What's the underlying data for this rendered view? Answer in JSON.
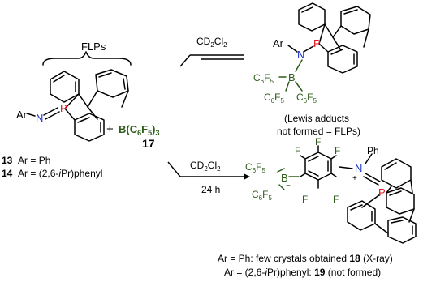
{
  "colors": {
    "boron_fragment": "#2e5c1a",
    "nitrogen": "#1a33cc",
    "phosphorus": "#e8101a",
    "text": "#000000"
  },
  "labels": {
    "flps_top": "FLPs",
    "plus": "+",
    "borane_prefix": "B(C",
    "borane_sub6": "6",
    "borane_F": "F",
    "borane_sub5": "5",
    "borane_close": ")",
    "borane_sub3": "3",
    "borane_number": "17",
    "solvent_prefix": "CD",
    "solvent_sub": "2",
    "solvent_cl": "Cl",
    "time": "24 h",
    "compound13_num": "13",
    "compound13_text": "Ar = Ph",
    "compound14_num": "14",
    "compound14_text_a": "Ar = (2,6-",
    "compound14_text_ipr": "i",
    "compound14_text_b": "Pr)phenyl",
    "adduct_note_line1": "(Lewis adducts",
    "adduct_note_line2": "not formed = FLPs)",
    "result18_text": "Ar = Ph: few crystals obtained",
    "result18_num": "18",
    "result18_tail": "(X-ray)",
    "result19_text_a": "Ar = (2,6-",
    "result19_text_ipr": "i",
    "result19_text_b": "Pr)phenyl:",
    "result19_num": "19",
    "result19_tail": "(not formed)"
  },
  "atoms": {
    "ar": "Ar",
    "n": "N",
    "p": "P",
    "b": "B",
    "f": "F",
    "ph": "Ph",
    "plus_charge": "+",
    "minus_charge": "−",
    "c": "C",
    "sub6": "6",
    "sub5": "5",
    "f_letter": "F"
  }
}
